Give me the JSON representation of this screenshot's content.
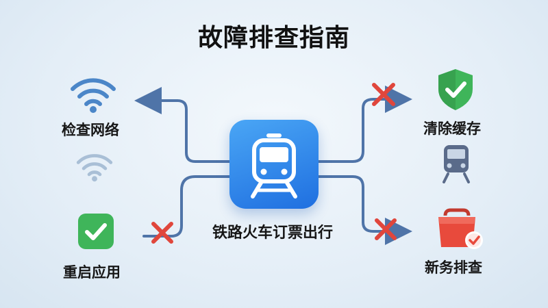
{
  "title": "故障排查指南",
  "center": {
    "label": "铁路火车订票出行",
    "icon": "train-icon"
  },
  "left": [
    {
      "label": "检查网络",
      "icon": "wifi-icon"
    },
    {
      "label": "重启应用",
      "icon": "check-badge-icon"
    }
  ],
  "right": [
    {
      "label": "清除缓存",
      "icon": "shield-check-icon"
    },
    {
      "label": "新务排查",
      "icon": "bag-check-icon"
    }
  ],
  "decor_icons": [
    "wifi-faded-icon",
    "train-small-icon",
    "cross-icon"
  ],
  "colors": {
    "connector": "#4f74a8",
    "wifi": "#4b86c8",
    "green": "#3fb55a",
    "red_cross": "#e0463c",
    "app_blue": "#2a7ee8",
    "bag_red": "#e84a3c"
  }
}
